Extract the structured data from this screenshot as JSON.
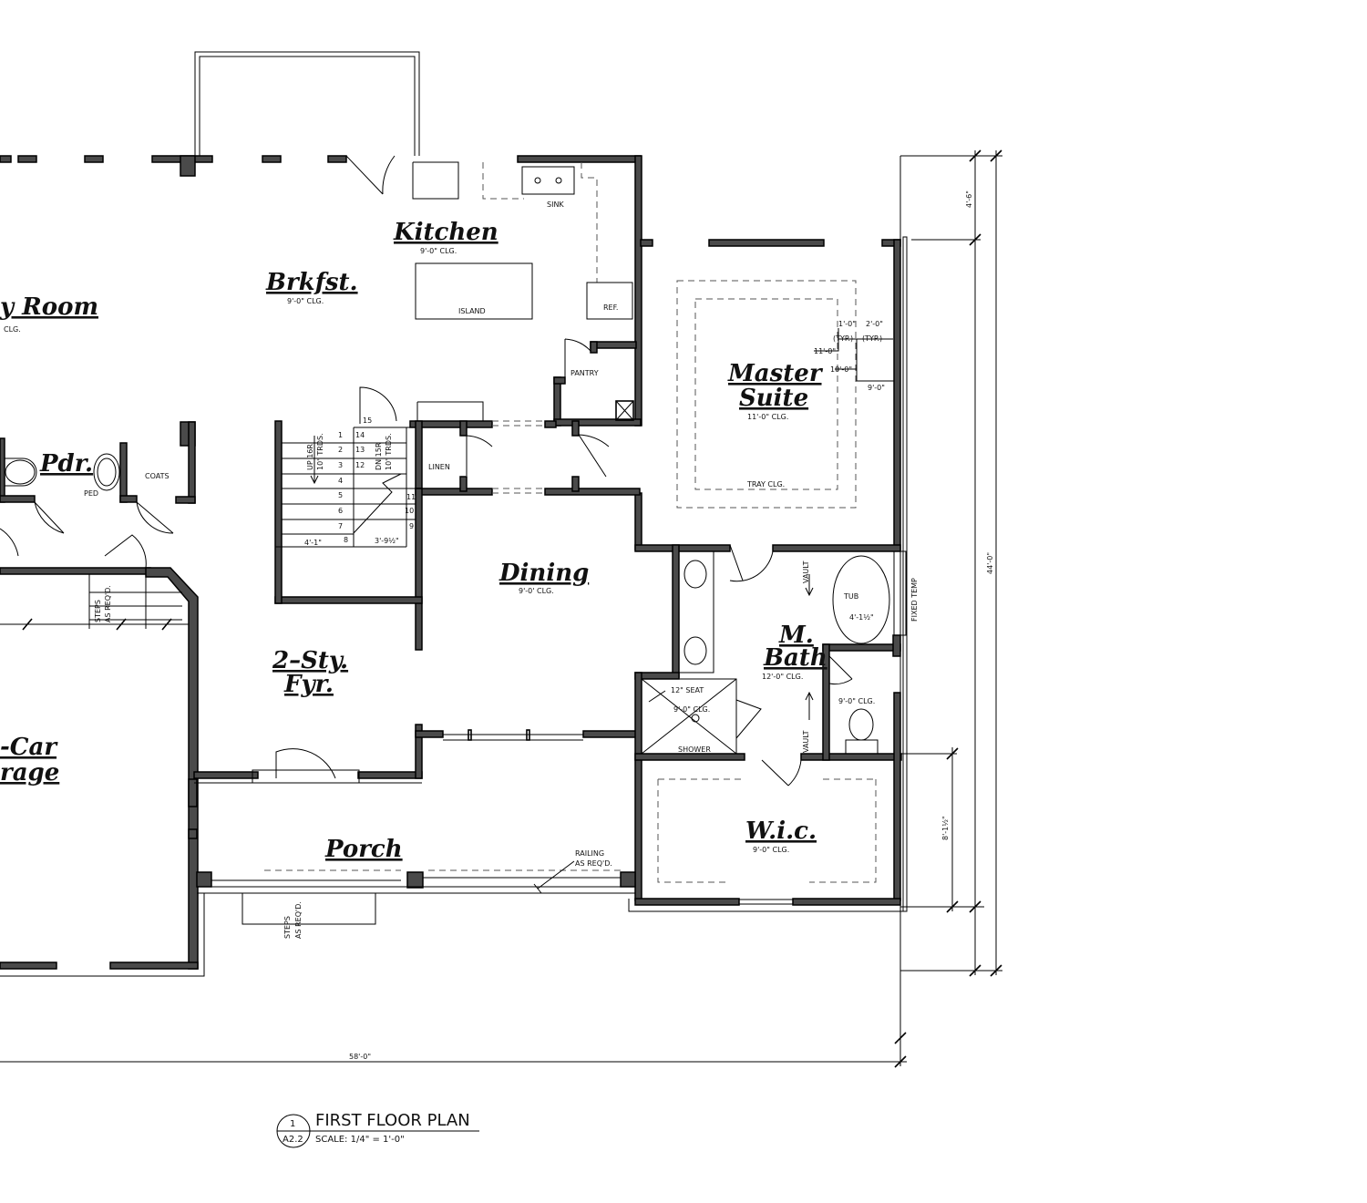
{
  "rooms": {
    "family_partial": "y  Room",
    "family_clg_partial": "CLG.",
    "kitchen": "Kitchen",
    "kitchen_clg": "9'-0\" CLG.",
    "brkfst": "Brkfst.",
    "brkfst_clg": "9'-0\" CLG.",
    "master_line1": "Master",
    "master_line2": "Suite",
    "master_clg": "11'-0\" CLG.",
    "pdr": "Pdr.",
    "dining": "Dining",
    "dining_clg": "9'-0' CLG.",
    "foyer_line1": "2–Sty.",
    "foyer_line2": "Fyr.",
    "mbath_line1": "M.",
    "mbath_line2": "Bath",
    "mbath_clg": "12'-0\" CLG.",
    "garage_line1": "-Car",
    "garage_line2": "rage",
    "porch": "Porch",
    "wic": "W.i.c.",
    "wic_clg": "9'-0\" CLG."
  },
  "labels": {
    "sink": "SINK",
    "island": "ISLAND",
    "ref": "REF.",
    "pantry": "PANTRY",
    "linen": "LINEN",
    "coats": "COATS",
    "ped": "PED",
    "tray_clg": "TRAY CLG.",
    "tub": "TUB",
    "tub_dim": "4'-1½\"",
    "fixed_temp": "FIXED TEMP",
    "vault1": "VAULT",
    "vault2": "VAULT",
    "seat": "12\" SEAT",
    "shower_clg": "9'-0\" CLG.",
    "shower": "SHOWER",
    "wc_clg": "9'-0\" CLG.",
    "railing1": "RAILING",
    "railing2": "AS REQ'D.",
    "steps1": "STEPS",
    "steps2": "AS REQ'D.",
    "steps3": "STEPS",
    "steps4": "AS REQ'D.",
    "stair_up1": "UP 16R",
    "stair_up2": "10\" TRDS.",
    "stair_dn1": "DN 15R",
    "stair_dn2": "10\" TRDS.",
    "stair_w1": "4'-1\"",
    "stair_w2": "3'-9½\"",
    "tray_1": "1'-0\"",
    "tray_2": "2'-0\"",
    "tray_typ1": "(TYP.)",
    "tray_typ2": "(TYP.)",
    "tray_11": "11'-0\"",
    "tray_10": "10'-0\"",
    "tray_9": "9'-0\""
  },
  "stair_numbers": [
    "1",
    "2",
    "3",
    "4",
    "5",
    "6",
    "7",
    "8",
    "9",
    "10",
    "11",
    "12",
    "13",
    "14",
    "15"
  ],
  "dimensions": {
    "d_4_6": "4'-6\"",
    "d_44_0": "44'-0\"",
    "d_8_1": "8'-1½\"",
    "d_58_0": "58'-0\""
  },
  "title_block": {
    "number": "1",
    "sheet": "A2.2",
    "title": "FIRST FLOOR PLAN",
    "scale": "SCALE: 1/4\" = 1'-0\""
  }
}
